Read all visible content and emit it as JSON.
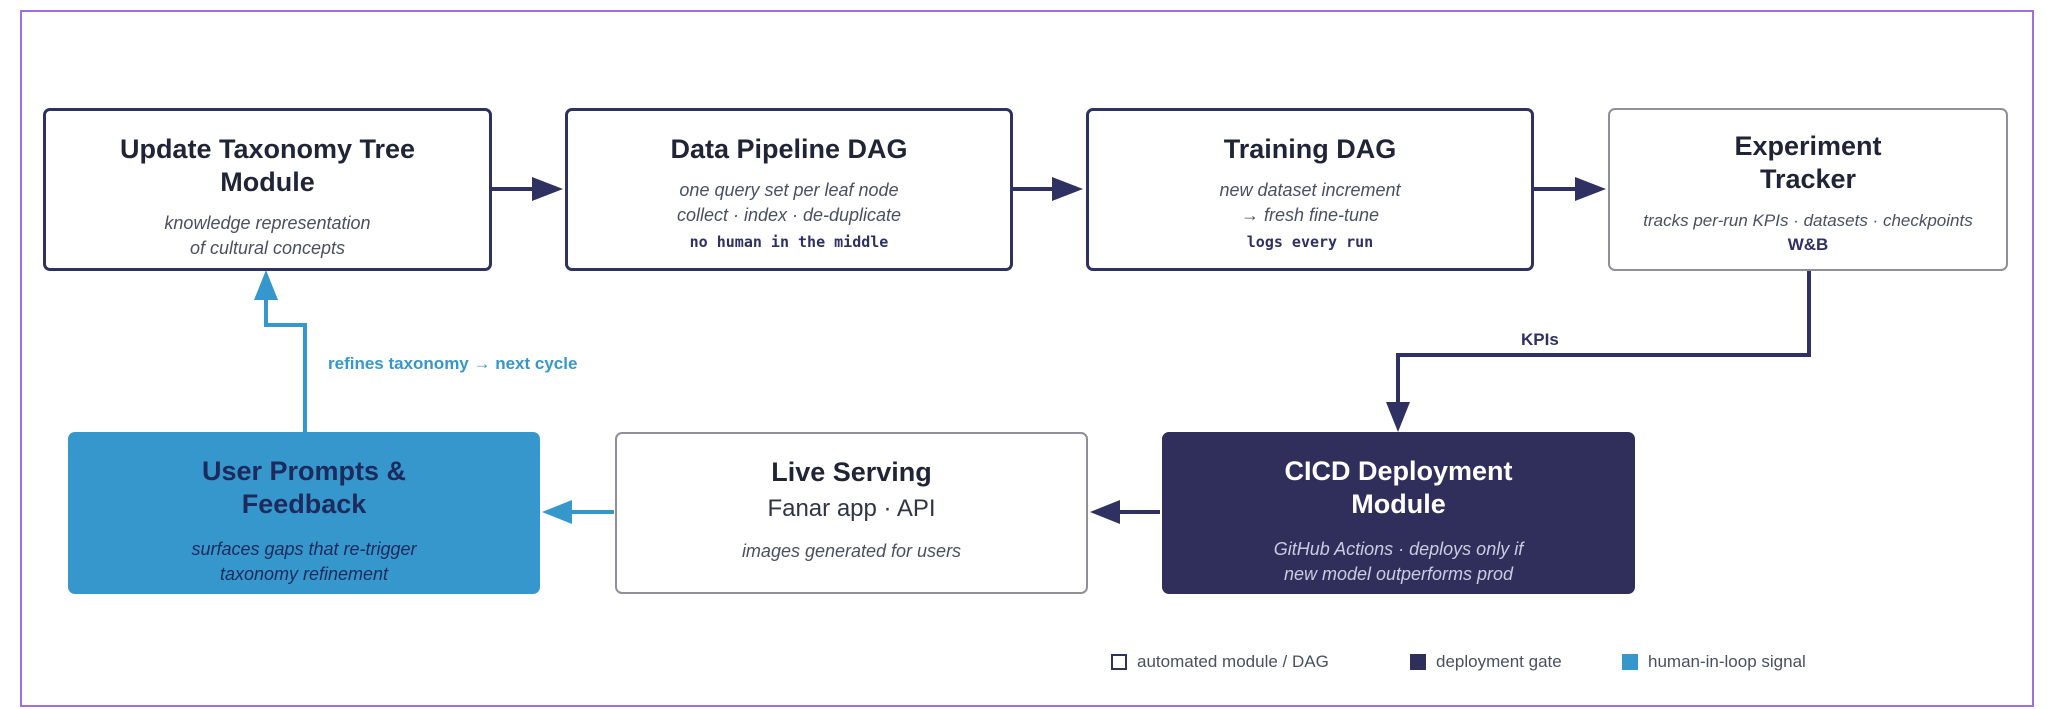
{
  "nodes": {
    "update_taxonomy": {
      "title": "Update Taxonomy Tree Module",
      "desc_1": "knowledge representation",
      "desc_2": "of cultural concepts"
    },
    "data_pipeline": {
      "title": "Data Pipeline DAG",
      "desc_1": "one query set per leaf node",
      "desc_2": "collect · index · de-duplicate",
      "tag": "no human in the middle"
    },
    "training": {
      "title": "Training DAG",
      "desc_1": "new dataset increment",
      "desc_2": "→ fresh fine-tune",
      "tag": "logs every run"
    },
    "experiment_tracker": {
      "title": "Experiment Tracker",
      "desc_1": "tracks per-run KPIs · datasets · checkpoints",
      "tag": "W&B"
    },
    "cicd": {
      "title": "CICD Deployment Module",
      "desc_1": "GitHub Actions · deploys only if",
      "desc_2": "new model outperforms prod"
    },
    "live_serving": {
      "title": "Live Serving",
      "sub": "Fanar app · API",
      "desc_1": "images generated for users"
    },
    "user_prompts": {
      "title": "User Prompts & Feedback",
      "desc_1": "surfaces gaps that re-trigger",
      "desc_2": "taxonomy refinement"
    }
  },
  "edge_labels": {
    "kpis": "KPIs",
    "refines": "refines taxonomy → next cycle"
  },
  "legend": {
    "automated": "automated module / DAG",
    "gate": "deployment gate",
    "human": "human-in-loop signal"
  },
  "colors": {
    "navy": "#2e3161",
    "gate": "#302f5c",
    "human": "#3597cc",
    "frame": "#9d6fe0"
  }
}
